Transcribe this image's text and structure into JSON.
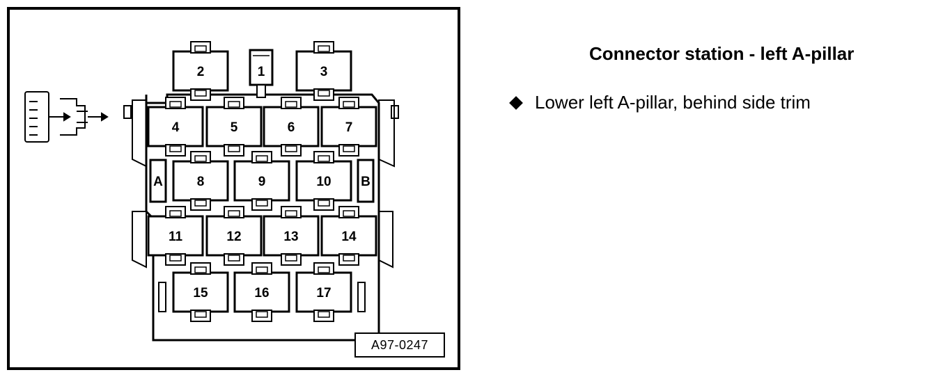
{
  "figure": {
    "reference_code": "A97-0247",
    "connector_labels": [
      "1",
      "2",
      "3",
      "4",
      "5",
      "6",
      "7",
      "8",
      "9",
      "10",
      "11",
      "12",
      "13",
      "14",
      "15",
      "16",
      "17"
    ],
    "side_labels": [
      "A",
      "B"
    ],
    "inset_glyph": "connector-plug-icon"
  },
  "text": {
    "title": "Connector station - left A-pillar",
    "bullets": [
      {
        "icon": "diamond-bullet-icon",
        "text": "Lower left A-pillar, behind side trim"
      }
    ]
  }
}
